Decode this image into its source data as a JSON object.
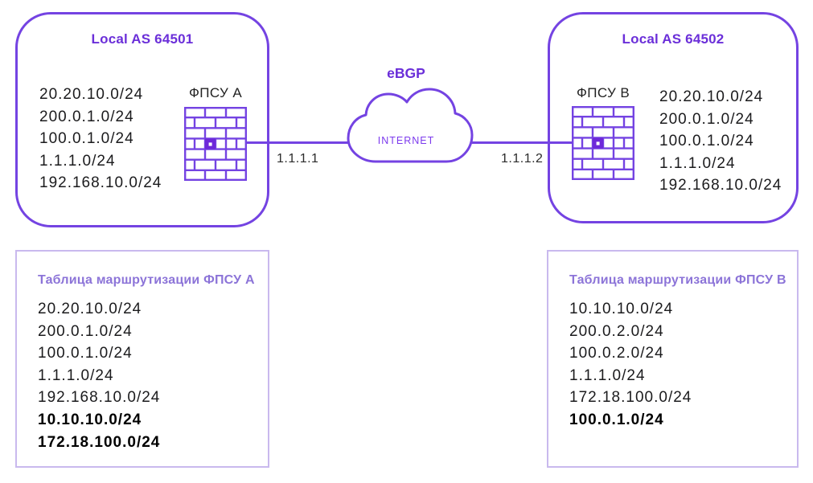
{
  "palette": {
    "primary": "#7443E2",
    "heading": "#6B2FD9",
    "cloud_text": "#7C3AED",
    "table_title": "#8C74D8",
    "table_border": "#C9B9EE",
    "text": "#1B1B1D"
  },
  "topology": {
    "left_as": {
      "title": "Local AS 64501",
      "firewall_label": "ФПСУ A",
      "networks": [
        "20.20.10.0/24",
        "200.0.1.0/24",
        "100.0.1.0/24",
        "1.1.1.0/24",
        "192.168.10.0/24"
      ]
    },
    "right_as": {
      "title": "Local AS 64502",
      "firewall_label": "ФПСУ B",
      "networks": [
        "20.20.10.0/24",
        "200.0.1.0/24",
        "100.0.1.0/24",
        "1.1.1.0/24",
        "192.168.10.0/24"
      ]
    },
    "link": {
      "protocol": "eBGP",
      "cloud_label": "INTERNET",
      "left_ip": "1.1.1.1",
      "right_ip": "1.1.1.2"
    }
  },
  "tables": {
    "a": {
      "title": "Таблица маршрутизации ФПСУ A",
      "routes": [
        "20.20.10.0/24",
        "200.0.1.0/24",
        "100.0.1.0/24",
        "1.1.1.0/24",
        "192.168.10.0/24"
      ],
      "routes_bold": [
        "10.10.10.0/24",
        "172.18.100.0/24"
      ]
    },
    "b": {
      "title": "Таблица маршрутизации ФПСУ B",
      "routes": [
        "10.10.10.0/24",
        "200.0.2.0/24",
        "100.0.2.0/24",
        "1.1.1.0/24",
        "172.18.100.0/24"
      ],
      "routes_bold": [
        "100.0.1.0/24"
      ]
    }
  }
}
